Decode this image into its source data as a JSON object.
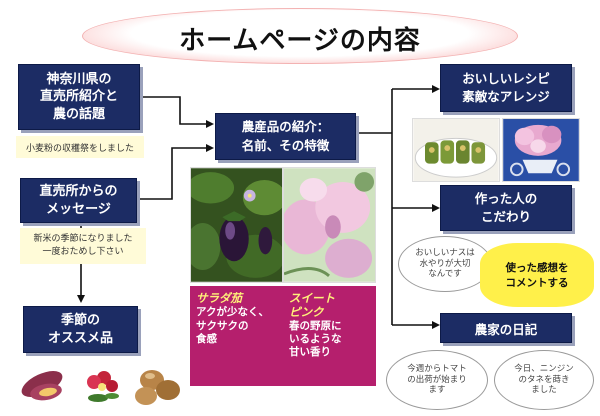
{
  "title": "ホームページの内容",
  "boxes": {
    "shop_intro": "神奈川県の\n直売所紹介と\n農の話題",
    "shop_message": "直売所からの\nメッセージ",
    "season": "季節の\nオススメ品",
    "products": "農産品の紹介：\n名前、その特徴",
    "recipe": "おいしいレシピ\n素敵なアレンジ",
    "maker": "作った人の\nこだわり",
    "diary": "農家の日記"
  },
  "notes": {
    "harvest": "小麦粉の収穫祭をしました",
    "new_rice": "新米の季節になりました\n一度おためし下さい"
  },
  "products": {
    "eggplant_name": "サラダ茄",
    "eggplant_desc": "アクが少なく、\nサクサクの\n食感",
    "pea_name": "スイート\nピンク",
    "pea_desc": "春の野原に\nいるような\n甘い香り"
  },
  "speech": {
    "maker_quote": "おいしいナスは\n水やりが大切\nなんです",
    "comment": "使った感想を\nコメントする",
    "diary_1": "今週からトマト\nの出荷が始まり\nます",
    "diary_2": "今日、ニンジン\nのタネを蒔き\nました"
  },
  "colors": {
    "navy": "#1c2c64",
    "magenta": "#b51f6d",
    "note_yellow": "#fffbd8",
    "cloud_yellow": "#fff04a",
    "banner_pink": "#f08d8d"
  }
}
